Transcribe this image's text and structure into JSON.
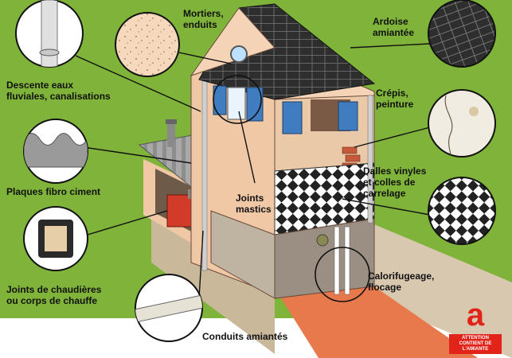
{
  "labels": {
    "mortiers": "Mortiers,\nenduits",
    "ardoise": "Ardoise\namiantée",
    "descente": "Descente eaux\nfluviales, canalisations",
    "crepis": "Crépis,\npeinture",
    "plaques": "Plaques fibro ciment",
    "joints_mastics": "Joints\nmastics",
    "dalles": "Dalles vinyles\net colles de\ncarrelage",
    "chaudieres": "Joints de chaudières\nou corps de chauffe",
    "calorifugeage": "Calorifugeage,\nflocage",
    "conduits": "Conduits amiantés"
  },
  "badge": {
    "letter": "a",
    "text": "ATTENTION\nCONTIENT DE\nL'AMIANTE"
  },
  "colors": {
    "grass": "#7fb33a",
    "wall": "#f2c9a8",
    "roof": "#2b2b2b",
    "shutter": "#3f7dc0",
    "badge_red": "#e2231a"
  }
}
